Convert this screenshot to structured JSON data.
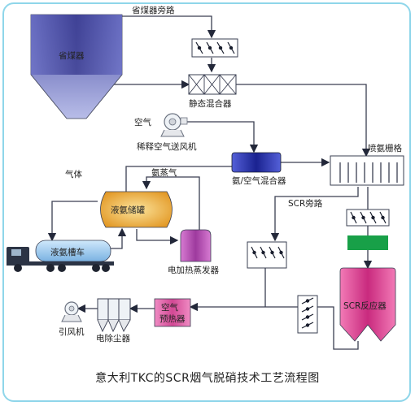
{
  "labels": {
    "economizer": "省煤器",
    "economizer_bypass": "省煤器旁路",
    "static_mixer": "静态混合器",
    "air": "空气",
    "dilution_fan": "稀释空气送风机",
    "ammonia_air_mixer": "氨/空气混合器",
    "ammonia_grid": "喷氨栅格",
    "gas": "气体",
    "ammonia_vapor": "氨蒸气",
    "liquid_ammonia_tank": "液氨储罐",
    "scr_bypass": "SCR旁路",
    "ammonia_truck": "液氨槽车",
    "electric_evaporator": "电加热蒸发器",
    "scr_reactor": "SCR反应器",
    "induced_draft_fan": "引风机",
    "precipitator": "电除尘器",
    "air_preheater": "空气预热器"
  },
  "caption": "意大利TKC的SCR烟气脱硝技术工艺流程图",
  "colors": {
    "border": "#8fd6ea",
    "line": "#3a3f52",
    "arrow": "#23283a",
    "economizer": "#5a5eb0",
    "tank": "#f2c84a",
    "green_block": "#18a048",
    "reactor": "#e8509a",
    "mixer_blue": "#2430a8"
  }
}
